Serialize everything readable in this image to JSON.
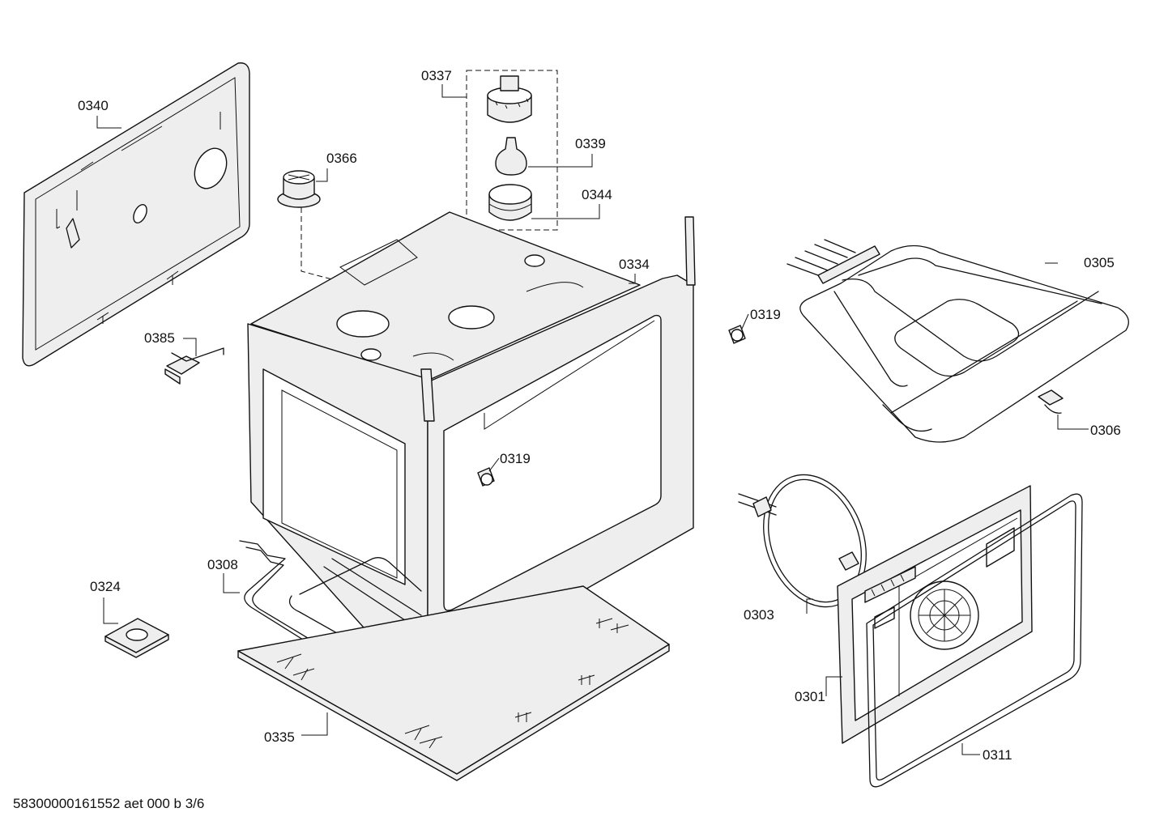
{
  "footer": "58300000161552 aet 000 b 3/6",
  "labels": [
    {
      "id": "0340",
      "text": "0340"
    },
    {
      "id": "0337",
      "text": "0337"
    },
    {
      "id": "0339",
      "text": "0339"
    },
    {
      "id": "0366",
      "text": "0366"
    },
    {
      "id": "0344",
      "text": "0344"
    },
    {
      "id": "0334",
      "text": "0334"
    },
    {
      "id": "0305",
      "text": "0305"
    },
    {
      "id": "0319a",
      "text": "0319"
    },
    {
      "id": "0385",
      "text": "0385"
    },
    {
      "id": "0319b",
      "text": "0319"
    },
    {
      "id": "0306",
      "text": "0306"
    },
    {
      "id": "0308",
      "text": "0308"
    },
    {
      "id": "0324",
      "text": "0324"
    },
    {
      "id": "0303",
      "text": "0303"
    },
    {
      "id": "0301",
      "text": "0301"
    },
    {
      "id": "0335",
      "text": "0335"
    },
    {
      "id": "0311",
      "text": "0311"
    }
  ]
}
